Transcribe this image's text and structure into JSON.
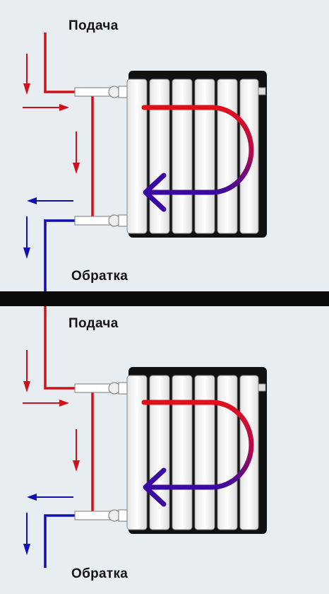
{
  "diagrams": [
    {
      "supply_label": "Подача",
      "return_label": "Обратка"
    },
    {
      "supply_label": "Подача",
      "return_label": "Обратка"
    }
  ],
  "colors": {
    "supply": "#d0111b",
    "return": "#1010b0",
    "flow_start": "#e0101a",
    "flow_end": "#3a0aa0",
    "radiator": "#ffffff",
    "divider": "#0b0b0b"
  },
  "icons": [
    "down-arrow-icon",
    "right-arrow-icon",
    "left-arrow-icon",
    "flow-direction-arrow-icon"
  ]
}
